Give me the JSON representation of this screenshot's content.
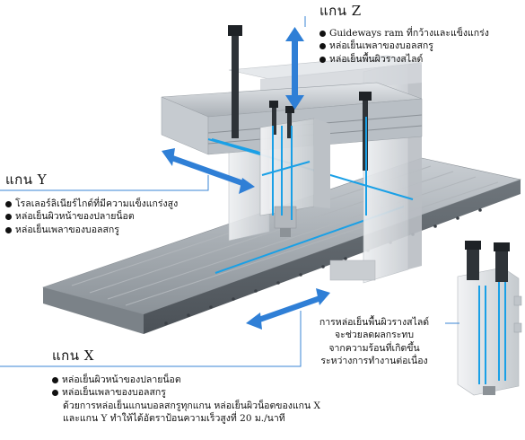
{
  "axis_z": {
    "title": "แกน Z",
    "bullets": [
      "Guideways ram ที่กว้างและแข็งแกร่ง",
      "หล่อเย็นเพลาของบอลสกรู",
      "หล่อเย็นพื้นผิวรางสไลด์"
    ]
  },
  "axis_y": {
    "title": "แกน Y",
    "bullets": [
      "โรลเลอร์ลิเนียร์ไกด์ที่มีความแข็งแกร่งสูง",
      "หล่อเย็นผิวหน้าของปลายน็อต",
      "หล่อเย็นเพลาของบอลสกรู"
    ]
  },
  "axis_x": {
    "title": "แกน X",
    "bullets": [
      "หล่อเย็นผิวหน้าของปลายน็อต",
      "หล่อเย็นเพลาของบอลสกรู"
    ],
    "note_lines": [
      "ด้วยการหล่อเย็นแกนบอลสกรูทุกแกน หล่อเย็นผิวน็อตของแกน X",
      "และแกน Y ทำให้ได้อัตราป้อนความเร็วสูงที่ 20 ม./นาที"
    ]
  },
  "slide_cooling": {
    "lines": [
      "การหล่อเย็นพื้นผิวรางสไลด์",
      "จะช่วยลดผลกระทบ",
      "จากความร้อนที่เกิดขึ้น",
      "ระหว่างการทำงานต่อเนื่อง"
    ]
  },
  "colors": {
    "arrow_blue": "#2f7fd6",
    "cooling_line": "#1aa0e6",
    "leader_line": "#3a86d4",
    "bed": "#8e959c",
    "bed_top": "#c2c7cc",
    "column": "#d9dde1",
    "ram_dark": "#2a2a2a"
  }
}
